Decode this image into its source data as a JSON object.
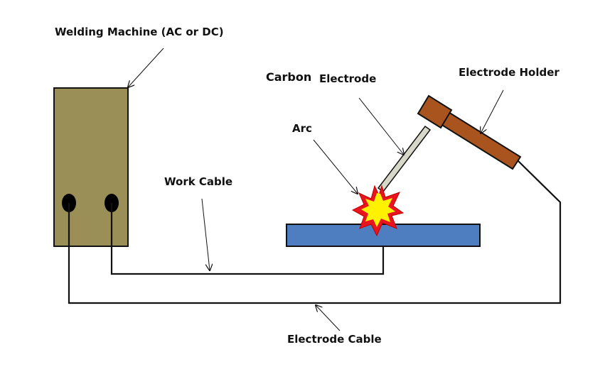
{
  "labels": {
    "welding_machine": "Welding Machine (AC or DC)",
    "carbon_electrode_word1": "Carbon",
    "carbon_electrode_word2": "Electrode",
    "electrode_holder": "Electrode Holder",
    "arc": "Arc",
    "work_cable": "Work Cable",
    "electrode_cable": "Electrode Cable"
  },
  "colors": {
    "machine_fill": "#9A8F57",
    "workpiece_fill": "#4F7EC0",
    "holder_fill": "#A9541E",
    "electrode_fill": "#D8D8C8",
    "arc_outer": "#E8141E",
    "arc_inner": "#FFF200",
    "cable": "#111111"
  }
}
